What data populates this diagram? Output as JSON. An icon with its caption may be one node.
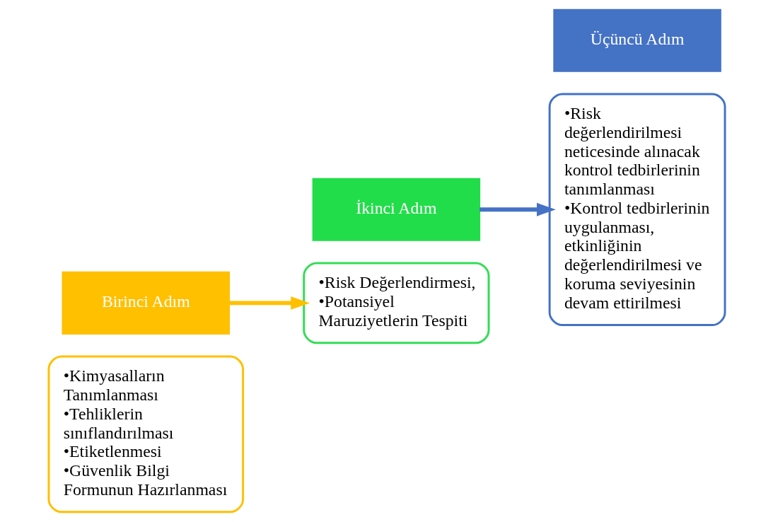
{
  "diagram": {
    "nodes": [
      {
        "text": [
          "•Kimyasalların Tanımlanması",
          "•Tehliklerin sınıflandırılması",
          "•Etiketlenmesi",
          "•Güvenlik Bilgi Formunun Hazırlanması"
        ]
      },
      {
        "text": [
          "Birinci Adım"
        ]
      },
      {
        "text": [
          "•Risk Değerlendirmesi,",
          "•Potansiyel Maruziyetlerin Tespiti"
        ]
      },
      {
        "text": [
          "İkinci Adım"
        ]
      },
      {
        "text": [
          "•Risk değerlendirilmesi neticesinde alınacak kontrol tedbirlerinin tanımlanması",
          "•Kontrol tedbirlerinin uygulanması, etkinliğinin değerlendirilmesi ve koruma seviyesinin devam ettirilmesi"
        ]
      },
      {
        "text": [
          "Üçüncü Adım"
        ]
      }
    ],
    "edges": [
      {
        "from": 1,
        "to": 2,
        "arrow": "to",
        "color": "#ffc000"
      },
      {
        "from": 3,
        "to": 4,
        "arrow": "to",
        "color": "#4472c4"
      }
    ]
  }
}
